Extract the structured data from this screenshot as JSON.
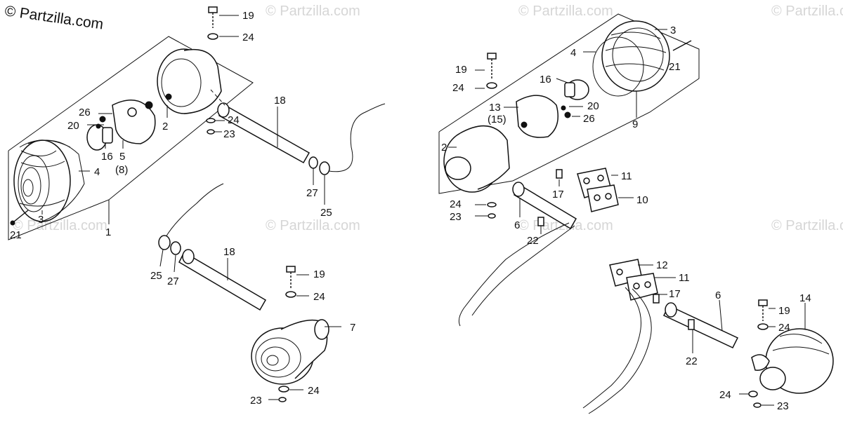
{
  "watermark": {
    "main": "© Partzilla.com",
    "faint": "© Partzilla.com"
  },
  "callouts": {
    "l19": "19",
    "l24a": "24",
    "l26": "26",
    "l20": "20",
    "l16": "16",
    "l5": "5",
    "l8": "(8)",
    "l4": "4",
    "l3": "3",
    "l2": "2",
    "l21": "21",
    "l1": "1",
    "l18a": "18",
    "l24b": "24",
    "l23a": "23",
    "l27a": "27",
    "l25a": "25",
    "l18b": "18",
    "l25b": "25",
    "l27b": "27",
    "l19b": "19",
    "l24c": "24",
    "l7": "7",
    "l24d": "24",
    "l23b": "23",
    "r19": "19",
    "r24a": "24",
    "r13": "13",
    "r15": "(15)",
    "r2": "2",
    "r3": "3",
    "r4": "4",
    "r16": "16",
    "r21": "21",
    "r20": "20",
    "r26": "26",
    "r9": "9",
    "r11a": "11",
    "r17a": "17",
    "r10": "10",
    "r24b": "24",
    "r23a": "23",
    "r6a": "6",
    "r22a": "22",
    "r12": "12",
    "r11b": "11",
    "r17b": "17",
    "r6b": "6",
    "r22b": "22",
    "r19b": "19",
    "r24c": "24",
    "r14": "14",
    "r24d": "24",
    "r23b": "23"
  }
}
